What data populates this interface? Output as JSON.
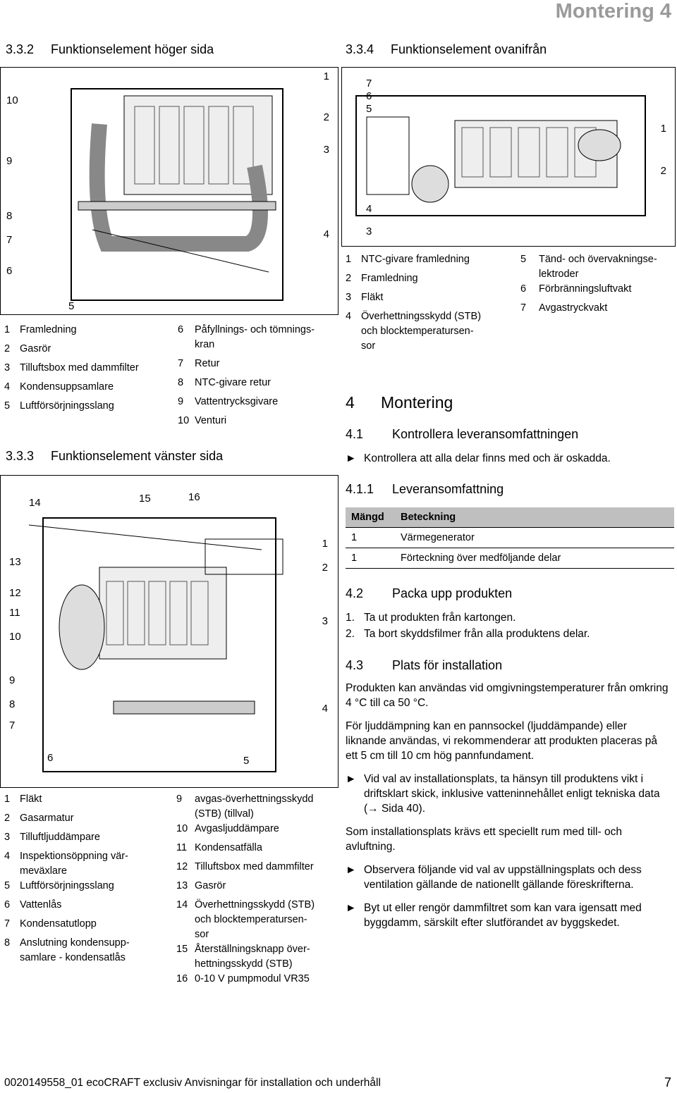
{
  "header": {
    "chapter_tag": "Montering 4"
  },
  "sec_right": {
    "num": "3.3.2",
    "title": "Funktionselement höger sida"
  },
  "sec_top": {
    "num": "3.3.4",
    "title": "Funktionselement ovanifrån"
  },
  "sec_left": {
    "num": "3.3.3",
    "title": "Funktionselement vänster sida"
  },
  "fig1_callouts": [
    "1",
    "2",
    "3",
    "4",
    "5",
    "6",
    "7",
    "8",
    "9",
    "10"
  ],
  "fig2_callouts": [
    "1",
    "2",
    "3",
    "4",
    "5",
    "6",
    "7"
  ],
  "fig3_callouts": [
    "1",
    "2",
    "3",
    "4",
    "5",
    "6",
    "7",
    "8",
    "9",
    "10",
    "11",
    "12",
    "13",
    "14",
    "15",
    "16"
  ],
  "legend_right_a": [
    {
      "n": "1",
      "t": "Framledning"
    },
    {
      "n": "2",
      "t": "Gasrör"
    },
    {
      "n": "3",
      "t": "Tilluftsbox med dammfilter"
    },
    {
      "n": "4",
      "t": "Kondensuppsamlare"
    },
    {
      "n": "5",
      "t": "Luftförsörjningsslang"
    }
  ],
  "legend_right_b": [
    {
      "n": "6",
      "t": "Påfyllnings- och tömnings-"
    },
    {
      "n": "",
      "t": "kran"
    },
    {
      "n": "7",
      "t": "Retur"
    },
    {
      "n": "8",
      "t": "NTC-givare retur"
    },
    {
      "n": "9",
      "t": "Vattentrycksgivare"
    },
    {
      "n": "10",
      "t": "Venturi"
    }
  ],
  "legend_top_a": [
    {
      "n": "1",
      "t": "NTC-givare framledning"
    },
    {
      "n": "2",
      "t": "Framledning"
    },
    {
      "n": "3",
      "t": "Fläkt"
    },
    {
      "n": "4",
      "t": "Överhettningsskydd (STB)"
    },
    {
      "n": "",
      "t": "och blocktemperatursen-"
    },
    {
      "n": "",
      "t": "sor"
    }
  ],
  "legend_top_b": [
    {
      "n": "5",
      "t": "Tänd- och övervakningse-"
    },
    {
      "n": "",
      "t": "lektroder"
    },
    {
      "n": "6",
      "t": "Förbränningsluftvakt"
    },
    {
      "n": "7",
      "t": "Avgastryckvakt"
    }
  ],
  "legend_left_a": [
    {
      "n": "1",
      "t": "Fläkt"
    },
    {
      "n": "2",
      "t": "Gasarmatur"
    },
    {
      "n": "3",
      "t": "Tilluftljuddämpare"
    },
    {
      "n": "4",
      "t": "Inspektionsöppning vär-"
    },
    {
      "n": "",
      "t": "meväxlare"
    },
    {
      "n": "5",
      "t": "Luftförsörjningsslang"
    },
    {
      "n": "6",
      "t": "Vattenlås"
    },
    {
      "n": "7",
      "t": "Kondensatutlopp"
    },
    {
      "n": "8",
      "t": "Anslutning kondensupp-"
    },
    {
      "n": "",
      "t": "samlare - kondensatlås"
    }
  ],
  "legend_left_b": [
    {
      "n": "9",
      "t": "avgas-överhettningsskydd"
    },
    {
      "n": "",
      "t": "(STB) (tillval)"
    },
    {
      "n": "10",
      "t": "Avgasljuddämpare"
    },
    {
      "n": "11",
      "t": "Kondensatfälla"
    },
    {
      "n": "12",
      "t": "Tilluftsbox med dammfilter"
    },
    {
      "n": "13",
      "t": "Gasrör"
    },
    {
      "n": "14",
      "t": "Överhettningsskydd (STB)"
    },
    {
      "n": "",
      "t": "och blocktemperatursen-"
    },
    {
      "n": "",
      "t": "sor"
    },
    {
      "n": "15",
      "t": "Återställningsknapp över-"
    },
    {
      "n": "",
      "t": "hettningsskydd (STB)"
    },
    {
      "n": "16",
      "t": "0-10 V pumpmodul VR35"
    }
  ],
  "ch4": {
    "num": "4",
    "title": "Montering"
  },
  "s41": {
    "num": "4.1",
    "title": "Kontrollera leveransomfattningen",
    "bullet": "Kontrollera att alla delar finns med och är oskadda."
  },
  "s411": {
    "num": "4.1.1",
    "title": "Leveransomfattning"
  },
  "table": {
    "headers": [
      "Mängd",
      "Beteckning"
    ],
    "rows": [
      {
        "qty": "1",
        "name": "Värmegenerator"
      },
      {
        "qty": "1",
        "name": "Förteckning över medföljande delar"
      }
    ]
  },
  "s42": {
    "num": "4.2",
    "title": "Packa upp produkten",
    "steps": [
      {
        "n": "1.",
        "t": "Ta ut produkten från kartongen."
      },
      {
        "n": "2.",
        "t": "Ta bort skyddsfilmer från alla produktens delar."
      }
    ]
  },
  "s43": {
    "num": "4.3",
    "title": "Plats för installation",
    "p1": "Produkten kan användas vid omgivningstemperaturer från omkring 4 °C till ca 50 °C.",
    "p2": "För ljuddämpning kan en pannsockel (ljuddämpande) eller liknande användas, vi rekommenderar att produkten placeras på ett 5 cm till 10 cm hög pannfundament.",
    "b1": "Vid val av installationsplats, ta hänsyn till produktens vikt i driftsklart skick, inklusive vatteninnehållet enligt tekniska data (→ Sida 40).",
    "p3": "Som installationsplats krävs ett speciellt rum med till- och avluftning.",
    "b2": "Observera följande vid val av uppställningsplats och dess ventilation gällande de nationellt gällande föreskrifterna.",
    "b3": "Byt ut eller rengör dammfiltret som kan vara igensatt med byggdamm, särskilt efter slutförandet av byggskedet."
  },
  "footer": {
    "left": "0020149558_01 ecoCRAFT exclusiv Anvisningar för installation och underhåll",
    "page": "7"
  }
}
